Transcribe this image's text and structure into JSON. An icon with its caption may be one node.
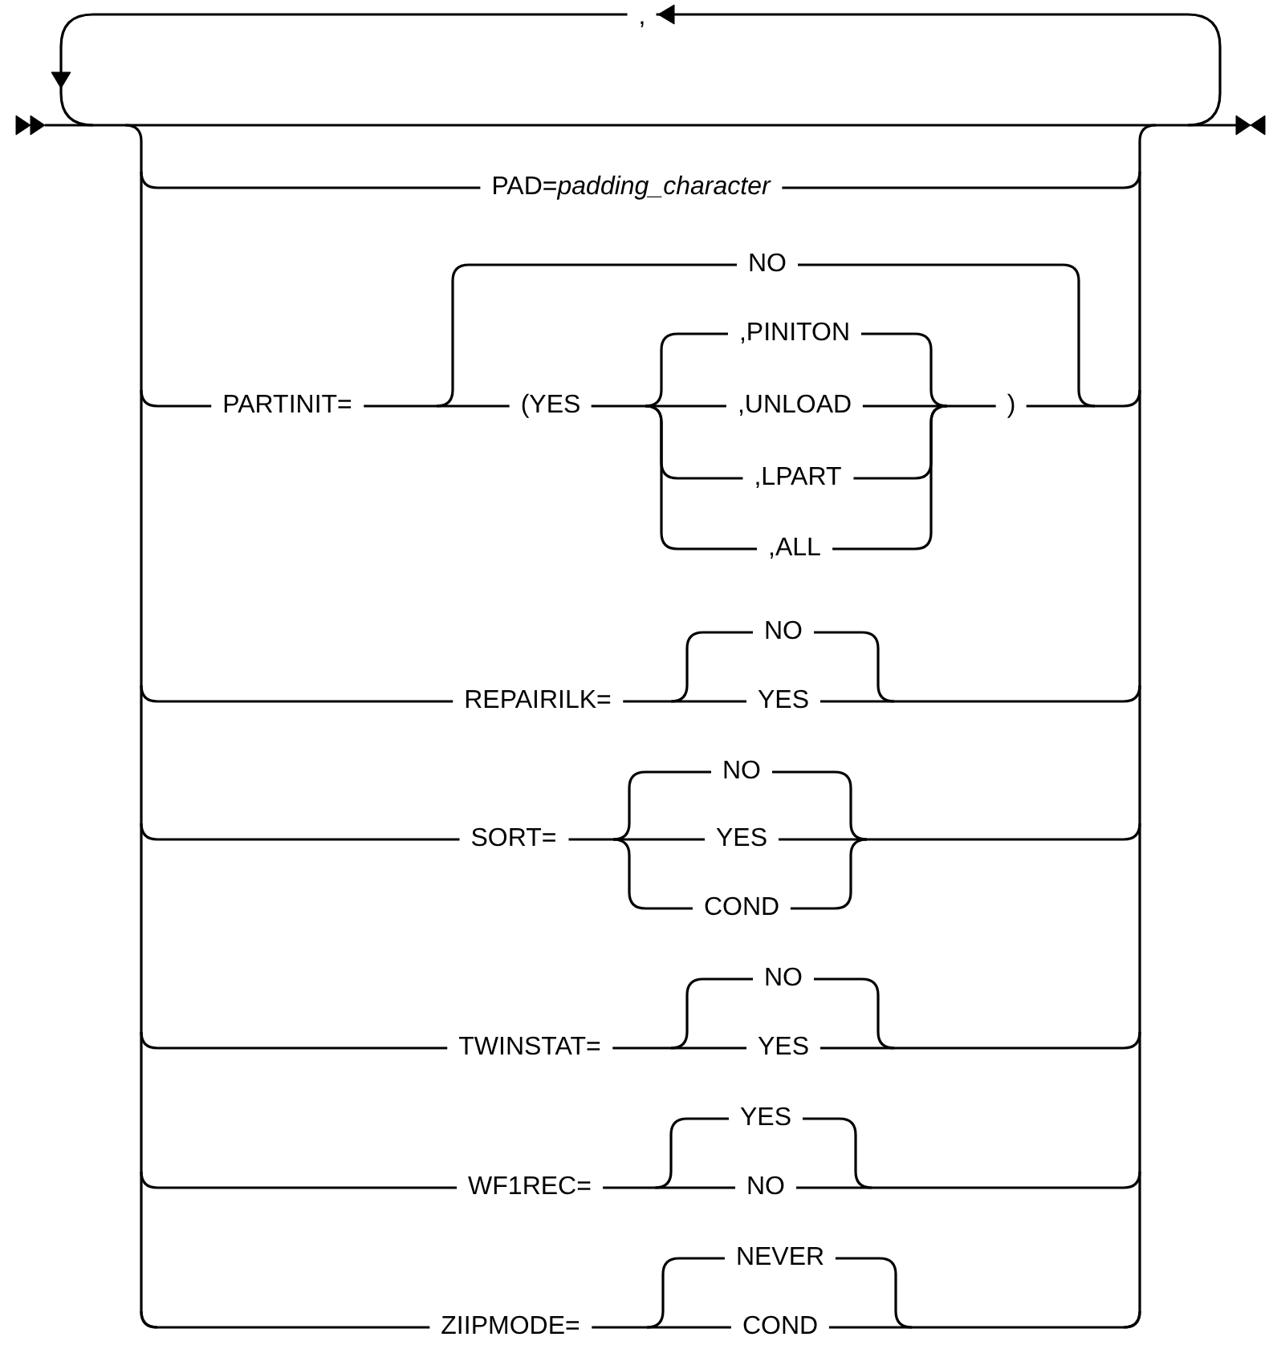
{
  "diagram": {
    "labels": [
      ",",
      "PAD=*padding_character*",
      "NO",
      "PARTINIT=",
      "(YES",
      ",PINITON",
      ",UNLOAD",
      ")",
      ",LPART",
      ",ALL",
      "NO",
      "REPAIRILK=",
      "YES",
      "NO",
      "SORT=",
      "YES",
      "COND",
      "NO",
      "TWINSTAT=",
      "YES",
      "YES",
      "WF1REC=",
      "NO",
      "NEVER",
      "ZIIPMODE=",
      "COND"
    ]
  }
}
